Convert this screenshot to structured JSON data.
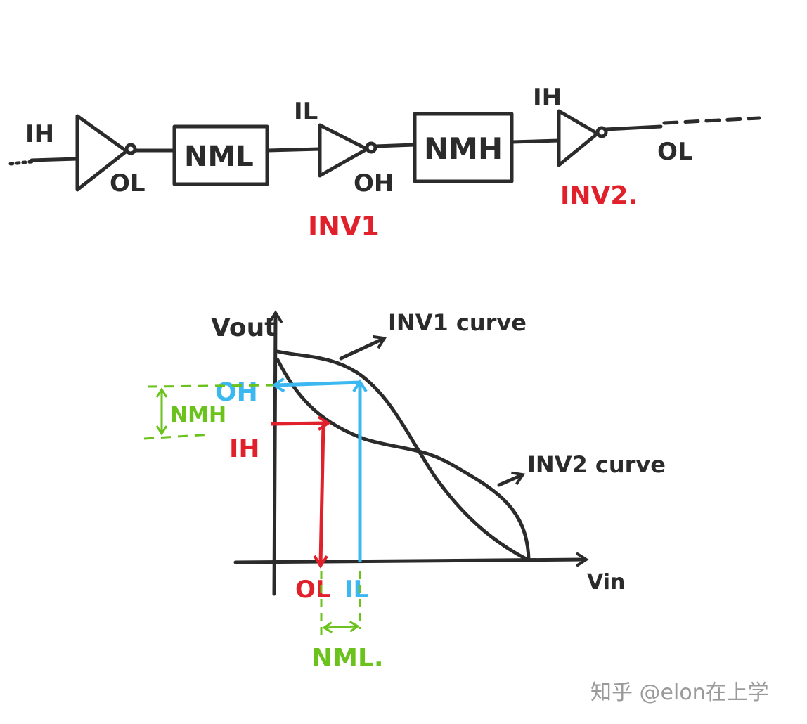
{
  "colors": {
    "ink": "#2b2b2b",
    "red": "#e0202a",
    "blue": "#3cb8f0",
    "green": "#6cc21c"
  },
  "chain": {
    "input_label": "IH",
    "inv0_output": "OL",
    "box1_label": "NML",
    "inv1_input": "IL",
    "inv1_output": "OH",
    "inv1_name": "INV1",
    "box2_label": "NMH",
    "inv2_input": "IH",
    "inv2_output": "OL",
    "inv2_name": "INV2."
  },
  "graph": {
    "y_axis_label": "Vout",
    "x_axis_label": "Vin",
    "inv1_curve_label": "INV1 curve",
    "inv2_curve_label": "INV2 curve",
    "oh_label": "OH",
    "ih_label": "IH",
    "ol_label": "OL",
    "il_label": "IL",
    "nmh_label": "NMH",
    "nml_label": "NML."
  },
  "watermark": "知乎 @elon在上学"
}
